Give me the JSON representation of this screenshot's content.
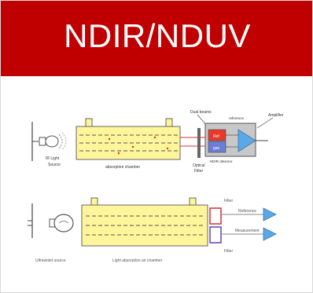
{
  "header": {
    "title": "NDIR/NDUV"
  },
  "ndir": {
    "source_label_1": "IR Light",
    "source_label_2": "Source",
    "chamber_label": "absorption chamber",
    "dual_beams_label": "Dual beams",
    "optical_filter_label_1": "Optical",
    "optical_filter_label_2": "Filter",
    "ref_label": "Ref",
    "gas_label": "gas",
    "detector_label": "NDIR detector",
    "amplifier_label": "Amplifier",
    "reference_label": "reference"
  },
  "nduv": {
    "source_label": "Ultraviolet source",
    "chamber_label": "Light absorption air chamber",
    "filter_top_label": "Filter",
    "filter_bottom_label": "Filter",
    "reference_label": "Reference",
    "measurement_label": "Measurement"
  },
  "colors": {
    "header_bg": "#c00000",
    "chamber_fill": "#fff59a",
    "ref_box": "#e83a2a",
    "gas_box": "#6c7fd8",
    "amplifier": "#5aa8e6",
    "filter_red": "#d93b3b",
    "filter_purple": "#6a4fb8"
  }
}
